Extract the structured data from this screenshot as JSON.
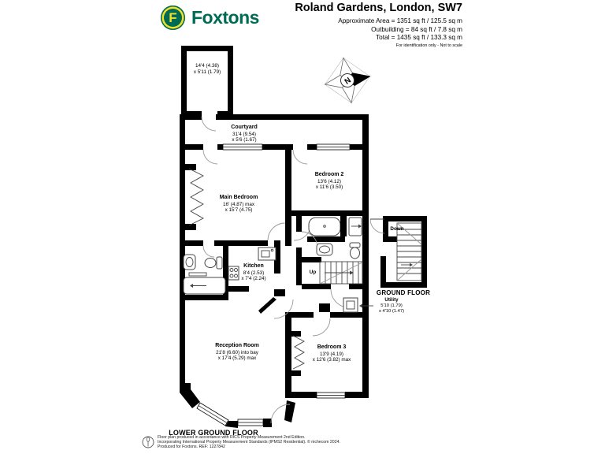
{
  "header": {
    "brand": "Foxtons",
    "brand_letter": "F",
    "title": "Roland Gardens, London, SW7",
    "area_line_1": "Approximate Area = 1351 sq ft / 125.5 sq m",
    "area_line_2": "Outbuilding = 84 sq ft / 7.8 sq m",
    "area_line_3": "Total = 1435 sq ft / 133.3 sq m",
    "note": "For identification only - Not to scale"
  },
  "compass": {
    "north": "N"
  },
  "rooms": {
    "outbuilding": {
      "dim1": "14'4 (4.38)",
      "dim2": "x 5'11 (1.79)"
    },
    "courtyard": {
      "label": "Courtyard",
      "dim1": "31'4 (9.54)",
      "dim2": "x 5'6 (1.67)"
    },
    "main_bedroom": {
      "label": "Main Bedroom",
      "dim1": "16' (4.87) max",
      "dim2": "x 15'7 (4.75)"
    },
    "bedroom_2": {
      "label": "Bedroom 2",
      "dim1": "13'6 (4.12)",
      "dim2": "x 11'6 (3.50)"
    },
    "kitchen": {
      "label": "Kitchen",
      "dim1": "8'4 (2.53)",
      "dim2": "x 7'4 (2.24)"
    },
    "reception_room": {
      "label": "Reception Room",
      "dim1": "21'8 (6.60) into bay",
      "dim2": "x 17'4 (5.29) max"
    },
    "bedroom_3": {
      "label": "Bedroom 3",
      "dim1": "13'9 (4.19)",
      "dim2": "x 12'6 (3.82) max"
    },
    "utility": {
      "label": "Utility",
      "dim1": "5'10 (1.79)",
      "dim2": "x 4'10 (1.47)"
    }
  },
  "stairs": {
    "up": "Up",
    "down": "Down"
  },
  "floors": {
    "ground": "GROUND FLOOR",
    "lower_ground": "LOWER GROUND FLOOR"
  },
  "footer": {
    "line1": "Floor plan produced in accordance with RICS Property Measurement 2nd Edition.",
    "line2": "Incorporating International Property Measurement Standards (IPMS2 Residential).  © nichecom 2024.",
    "line3": "Produced for Foxtons.   REF: 1227842"
  },
  "colors": {
    "brand_green": "#006B54",
    "brand_yellow": "#F2DF2A",
    "wall": "#000000"
  }
}
